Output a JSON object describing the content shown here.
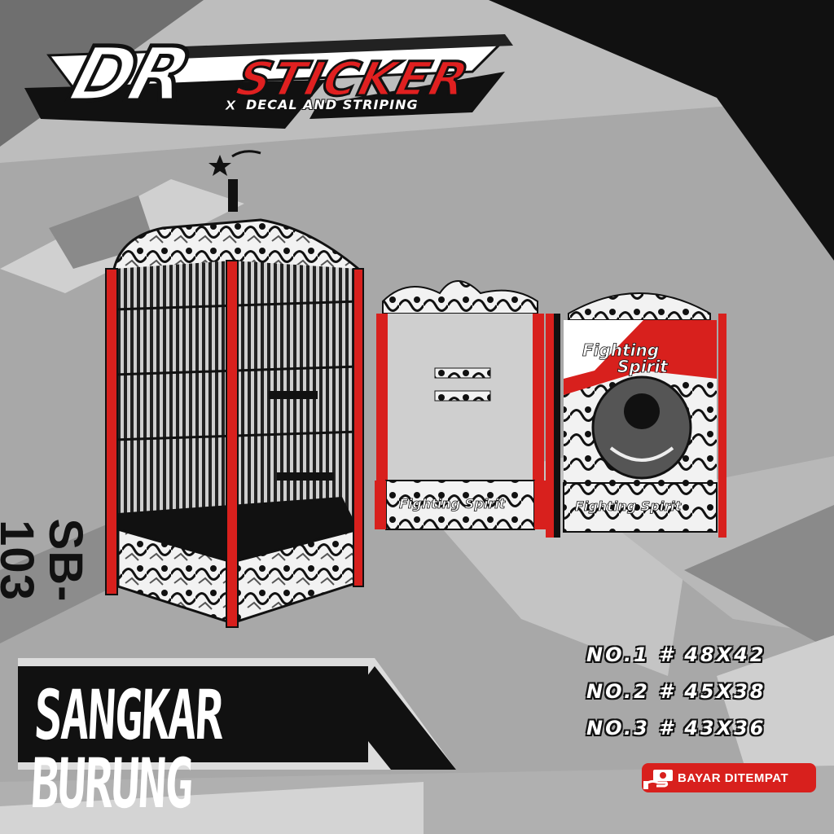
{
  "brand": {
    "logo_main": "DR",
    "logo_sticker": "STICKER",
    "logo_x": "x",
    "logo_tagline": "DECAL AND STRIPING"
  },
  "product": {
    "code": "SB-103",
    "title": "SANGKAR BURUNG",
    "artwork_text_line1": "Fighting",
    "artwork_text_line2": "Spirit",
    "artwork_text_banner": "Fighting Spirit"
  },
  "sizes": [
    {
      "label": "NO.1 # 48X42"
    },
    {
      "label": "NO.2 # 45X38"
    },
    {
      "label": "NO.3 # 43X36"
    }
  ],
  "payment_badge": {
    "label": "BAYAR DITEMPAT",
    "icon": "cash-on-delivery-icon"
  },
  "colors": {
    "background": "#a9a9a9",
    "accent_red": "#d8201d",
    "dark": "#111111",
    "white": "#ffffff"
  }
}
